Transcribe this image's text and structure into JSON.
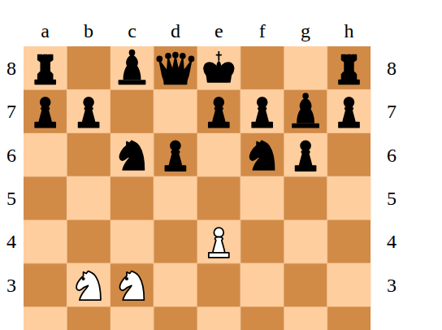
{
  "diagram": {
    "labels": [
      "a",
      "b",
      "c",
      "d",
      "e",
      "f",
      "g",
      "h",
      "8",
      "8",
      "7",
      "7",
      "6",
      "6",
      "5",
      "5",
      "4",
      "4",
      "3",
      "3"
    ]
  }
}
